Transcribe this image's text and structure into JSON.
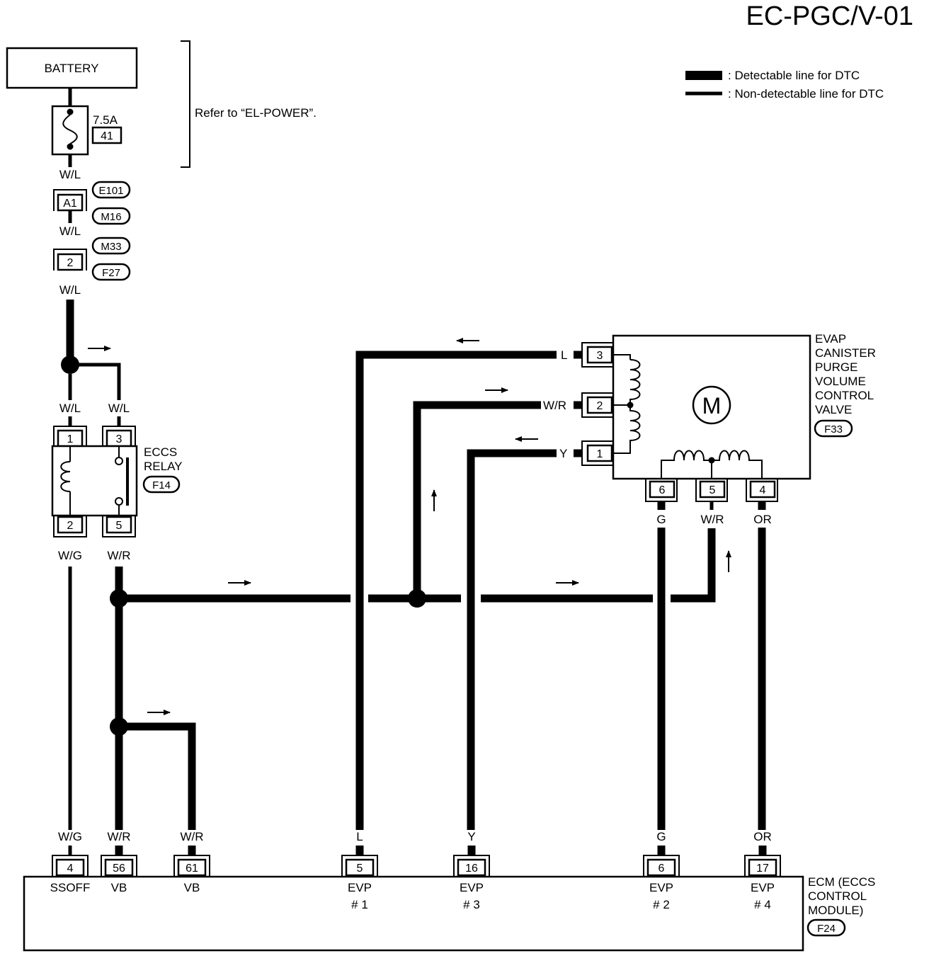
{
  "title": "EC-PGC/V-01",
  "legend": {
    "detectable": ": Detectable line for DTC",
    "non_detectable": ": Non-detectable line for DTC"
  },
  "battery": {
    "label": "BATTERY"
  },
  "fuse": {
    "rating": "7.5A",
    "number": "41"
  },
  "refer_note": "Refer to “EL-POWER”.",
  "connectors": {
    "c1": {
      "pin": "A1",
      "ids": [
        "E101",
        "M16"
      ]
    },
    "c2": {
      "pin": "2",
      "ids": [
        "M33",
        "F27"
      ]
    }
  },
  "wires": {
    "wl_1": "W/L",
    "wl_2": "W/L",
    "wl_3": "W/L",
    "wl_4": "W/L",
    "wl_5": "W/L",
    "wg_relay": "W/G",
    "wr_relay": "W/R",
    "valve_l": "L",
    "valve_wr": "W/R",
    "valve_y": "Y",
    "valve_g": "G",
    "valve_wr2": "W/R",
    "valve_or": "OR",
    "ecm_wg": "W/G",
    "ecm_wr1": "W/R",
    "ecm_wr2": "W/R",
    "ecm_l": "L",
    "ecm_y": "Y",
    "ecm_g": "G",
    "ecm_or": "OR"
  },
  "relay": {
    "name_line1": "ECCS",
    "name_line2": "RELAY",
    "id": "F14",
    "pins": {
      "p1": "1",
      "p3": "3",
      "p2": "2",
      "p5": "5"
    }
  },
  "valve": {
    "name_lines": [
      "EVAP",
      "CANISTER",
      "PURGE",
      "VOLUME",
      "CONTROL",
      "VALVE"
    ],
    "id": "F33",
    "motor": "M",
    "pins": {
      "p3": "3",
      "p2": "2",
      "p1": "1",
      "p6": "6",
      "p5": "5",
      "p4": "4"
    }
  },
  "ecm": {
    "name_lines": [
      "ECM (ECCS",
      "CONTROL",
      "MODULE)"
    ],
    "id": "F24",
    "pins": [
      {
        "num": "4",
        "label1": "SSOFF",
        "label2": ""
      },
      {
        "num": "56",
        "label1": "VB",
        "label2": ""
      },
      {
        "num": "61",
        "label1": "VB",
        "label2": ""
      },
      {
        "num": "5",
        "label1": "EVP",
        "label2": "# 1"
      },
      {
        "num": "16",
        "label1": "EVP",
        "label2": "# 3"
      },
      {
        "num": "6",
        "label1": "EVP",
        "label2": "# 2"
      },
      {
        "num": "17",
        "label1": "EVP",
        "label2": "# 4"
      }
    ]
  }
}
